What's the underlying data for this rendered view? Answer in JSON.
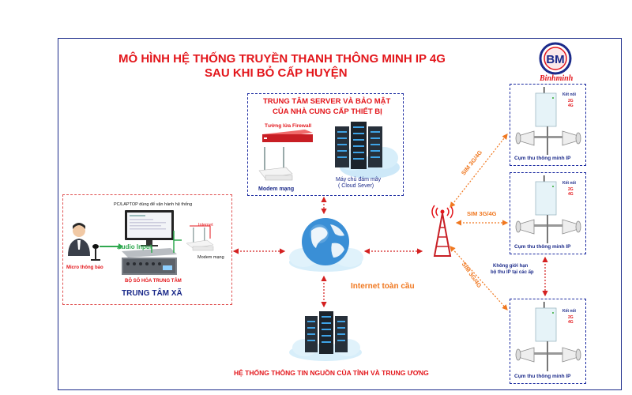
{
  "title": {
    "line1": "MÔ HÌNH HỆ THỐNG TRUYỀN THANH THÔNG MINH IP 4G",
    "line2": "SAU KHI BỎ CẤP HUYỆN"
  },
  "logo": {
    "mark": "BM",
    "brand": "Binhminh"
  },
  "server_center": {
    "title1": "TRUNG TÂM SERVER VÀ BẢO MẬT",
    "title2": "CỦA NHÀ CUNG CẤP THIẾT BỊ",
    "firewall_label": "Tường lửa Firewall",
    "cloud_label1": "Máy chủ đám mây",
    "cloud_label2": "( Cloud Sever)",
    "modem_label": "Modem mạng"
  },
  "commune_center": {
    "title": "TRUNG TÂM XÃ",
    "pc_label": "PC/LAPTOP dùng để vận hành hệ thống",
    "audio_label": "Audio Input",
    "mixer_label": "BỘ SỐ HÓA TRUNG TÂM",
    "mic_label": "Micro thông báo",
    "internet_label": "Internet",
    "modem_label": "Modem mạng"
  },
  "internet": {
    "label": "Internet toàn cầu"
  },
  "source_system": {
    "label": "HỆ THỐNG THÔNG TIN NGUỒN CỦA TỈNH VÀ TRUNG ƯƠNG"
  },
  "links": {
    "sim1": "SIM 3G/4G",
    "sim2": "SIM 3G/4G",
    "sim3": "SIM 3G/4G",
    "unlimited1": "Không giới hạn",
    "unlimited2": "bộ thu IP tại các ấp"
  },
  "receivers": [
    {
      "label": "Cụm thu thông minh IP",
      "connect": "Kết nối",
      "g2": "2G",
      "g4": "4G"
    },
    {
      "label": "Cụm thu thông minh IP",
      "connect": "Kết nối",
      "g2": "2G",
      "g4": "4G"
    },
    {
      "label": "Cụm thu thông minh IP",
      "connect": "Kết nối",
      "g2": "2G",
      "g4": "4G"
    }
  ],
  "colors": {
    "title_red": "#e3161b",
    "frame_blue": "#1a2a8a",
    "link_red": "#d42020",
    "sim_orange": "#f07820",
    "audio_green": "#2fa84f"
  }
}
